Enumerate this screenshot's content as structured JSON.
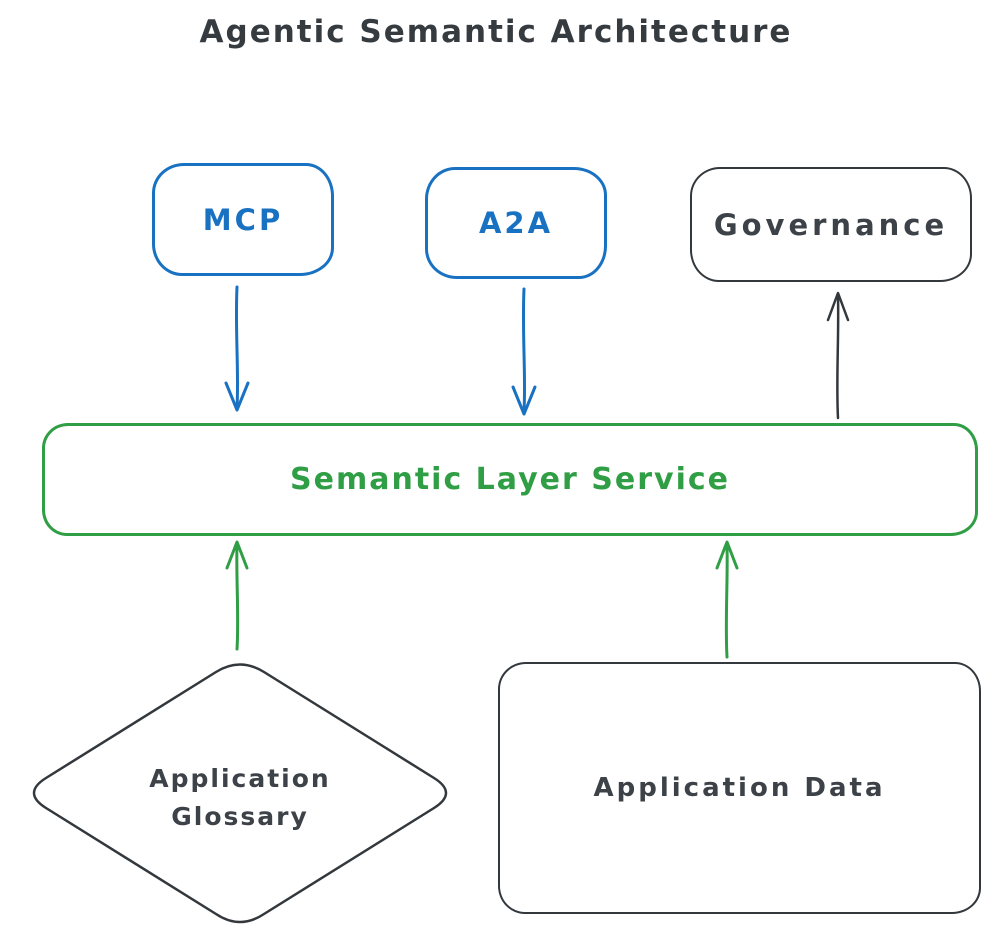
{
  "title": "Agentic Semantic Architecture",
  "colors": {
    "blue": "#1971c2",
    "green": "#2f9e44",
    "dark": "#33383d"
  },
  "nodes": {
    "mcp": {
      "label": "MCP",
      "shape": "rounded-rectangle",
      "color": "#1971c2"
    },
    "a2a": {
      "label": "A2A",
      "shape": "rounded-rectangle",
      "color": "#1971c2"
    },
    "governance": {
      "label": "Governance",
      "shape": "rounded-rectangle",
      "color": "#33383d"
    },
    "semantic_layer_service": {
      "label": "Semantic Layer Service",
      "shape": "rounded-rectangle",
      "color": "#2f9e44"
    },
    "application_glossary": {
      "label_line1": "Application",
      "label_line2": "Glossary",
      "shape": "diamond",
      "color": "#33383d"
    },
    "application_data": {
      "label": "Application Data",
      "shape": "rounded-rectangle",
      "color": "#33383d"
    }
  },
  "edges": [
    {
      "from": "MCP",
      "to": "Semantic Layer Service",
      "direction": "down",
      "color": "#1971c2"
    },
    {
      "from": "A2A",
      "to": "Semantic Layer Service",
      "direction": "down",
      "color": "#1971c2"
    },
    {
      "from": "Semantic Layer Service",
      "to": "Governance",
      "direction": "up",
      "color": "#33383d"
    },
    {
      "from": "Application Glossary",
      "to": "Semantic Layer Service",
      "direction": "up",
      "color": "#2f9e44"
    },
    {
      "from": "Application Data",
      "to": "Semantic Layer Service",
      "direction": "up",
      "color": "#2f9e44"
    }
  ]
}
